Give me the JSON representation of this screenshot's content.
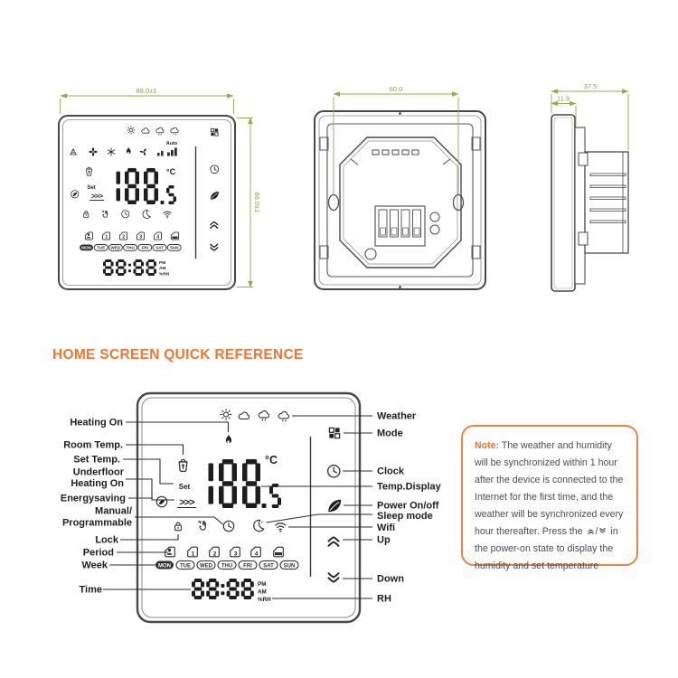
{
  "colors": {
    "accent_orange": "#f0762f",
    "note_border_orange": "#ec8340",
    "dimension_green": "#93aa52",
    "line_dark": "#3f3f3f"
  },
  "heading": "HOME SCREEN QUICK REFERENCE",
  "front_view": {
    "dim_width": "88.0±1",
    "dim_height": "88.0±1"
  },
  "back_view": {
    "dim_hole_spacing": "60.0"
  },
  "side_view": {
    "dim_depth": "37.5",
    "dim_panel": "11.9"
  },
  "lcd": {
    "auto": "Auto",
    "temp_int": "188",
    "temp_dec": "5",
    "temp_unit": "°C",
    "set": "Set",
    "underfloor": ">>>",
    "time": "88:88",
    "pm": "PM",
    "am": "AM",
    "rh": "%RH",
    "week": [
      "MON",
      "TUE",
      "WED",
      "THU",
      "FRI",
      "SAT",
      "SUN"
    ],
    "period_digits": [
      "1",
      "2",
      "3",
      "4"
    ]
  },
  "labels": {
    "left": {
      "heating_on": "Heating On",
      "room_temp": "Room Temp.",
      "set_temp": "Set Temp.",
      "underfloor_1": "Underfloor",
      "underfloor_2": "Heating On",
      "energysaving": "Energysaving",
      "manual_1": "Manual/",
      "manual_2": "Programmable",
      "lock": "Lock",
      "period": "Period",
      "week": "Week",
      "time": "Time"
    },
    "right": {
      "weather": "Weather",
      "mode": "Mode",
      "clock": "Clock",
      "temp_display": "Temp.Display",
      "power": "Power On/off",
      "sleep": "Sleep mode",
      "wifi": "Wifi",
      "up": "Up",
      "down": "Down",
      "rh": "RH"
    }
  },
  "note": {
    "label": "Note:",
    "body1": "The weather and humidity will be synchronized within 1 hour after the device is connected to the Internet for the first time, and the weather will be synchronized every hour thereafter. Press the ",
    "separator": "/",
    "body2": " in the power-on state to display the humidity and set temperature"
  }
}
